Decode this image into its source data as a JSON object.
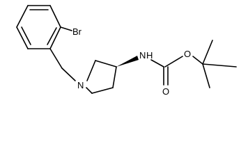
{
  "molecule": {
    "atoms": {
      "bromine": "Br",
      "ring_nitrogen": "N",
      "amide_nitrogen_n": "N",
      "amide_nitrogen_h": "H",
      "ester_oxygen": "O",
      "carbonyl_oxygen": "O"
    },
    "stereo_bond": "wedge"
  }
}
